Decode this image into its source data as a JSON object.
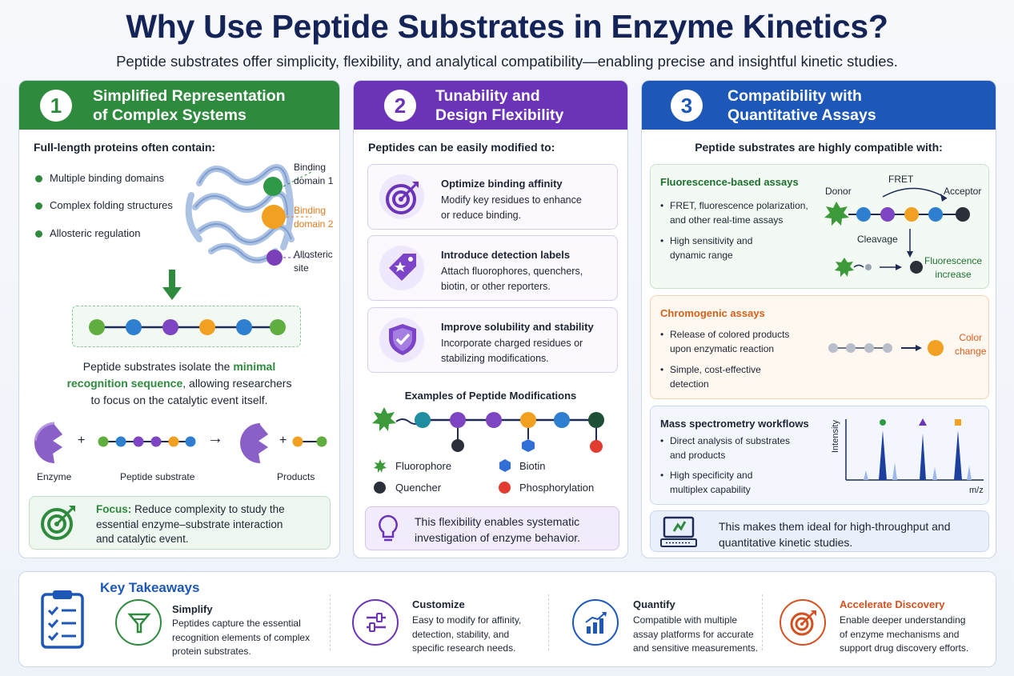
{
  "header": {
    "title": "Why Use Peptide Substrates in Enzyme Kinetics?",
    "subtitle": "Peptide substrates offer simplicity, flexibility, and analytical compatibility—enabling precise and insightful kinetic studies."
  },
  "colors": {
    "green": "#2e8a3d",
    "purple": "#6b33b8",
    "blue": "#1d58b8",
    "orange": "#e07a1a",
    "navy": "#142457"
  },
  "panel1": {
    "number": "1",
    "title_line1": "Simplified Representation",
    "title_line2": "of Complex Systems",
    "intro": "Full-length proteins often contain:",
    "bullets": [
      "Multiple binding domains",
      "Complex folding structures",
      "Allosteric regulation"
    ],
    "labels": {
      "binding1_a": "Binding",
      "binding1_b": "domain 1",
      "binding2_a": "Binding",
      "binding2_b": "domain 2",
      "allosteric_a": "Allosteric",
      "allosteric_b": "site"
    },
    "desc_part1": "Peptide substrates isolate the ",
    "desc_highlight1": "minimal",
    "desc_highlight2": "recognition sequence",
    "desc_part2": ", allowing researchers",
    "desc_line3": "to focus on the catalytic event itself.",
    "reaction": {
      "enzyme": "Enzyme",
      "substrate": "Peptide substrate",
      "products": "Products",
      "plus": "+",
      "arrow": "→"
    },
    "focus_label": "Focus:",
    "focus_line1": " Reduce complexity to study the",
    "focus_line2": "essential enzyme–substrate interaction",
    "focus_line3": "and catalytic event."
  },
  "panel2": {
    "number": "2",
    "title_line1": "Tunability and",
    "title_line2": "Design Flexibility",
    "intro": "Peptides can be easily modified to:",
    "items": [
      {
        "title": "Optimize binding affinity",
        "line1": "Modify key residues to enhance",
        "line2": "or reduce binding.",
        "icon": "target-icon"
      },
      {
        "title": "Introduce detection labels",
        "line1": "Attach fluorophores, quenchers,",
        "line2": "biotin, or other reporters.",
        "icon": "tag-icon"
      },
      {
        "title": "Improve solubility and stability",
        "line1": "Incorporate charged residues or",
        "line2": "stabilizing modifications.",
        "icon": "shield-check-icon"
      }
    ],
    "examples_title": "Examples of Peptide Modifications",
    "legend": {
      "fluorophore": "Fluorophore",
      "biotin": "Biotin",
      "quencher": "Quencher",
      "phospho": "Phosphorylation"
    },
    "note_line1": "This flexibility enables systematic",
    "note_line2": "investigation of enzyme behavior."
  },
  "panel3": {
    "number": "3",
    "title_line1": "Compatibility with",
    "title_line2": "Quantitative Assays",
    "intro": "Peptide substrates are highly compatible with:",
    "fluor": {
      "title": "Fluorescence-based assays",
      "b1_line1": "FRET, fluorescence polarization,",
      "b1_line2": "and other real-time assays",
      "b2_line1": "High sensitivity and",
      "b2_line2": "dynamic range",
      "donor": "Donor",
      "fret": "FRET",
      "acceptor": "Acceptor",
      "cleavage": "Cleavage",
      "result_line1": "Fluorescence",
      "result_line2": "increase"
    },
    "chromo": {
      "title": "Chromogenic assays",
      "b1_line1": "Release of colored products",
      "b1_line2": "upon enzymatic reaction",
      "b2_line1": "Simple, cost-effective",
      "b2_line2": "detection",
      "result_line1": "Color",
      "result_line2": "change"
    },
    "mass": {
      "title": "Mass spectrometry workflows",
      "b1_line1": "Direct analysis of substrates",
      "b1_line2": "and products",
      "b2_line1": "High specificity and",
      "b2_line2": "multiplex capability",
      "ylabel": "Intensity",
      "xlabel": "m/z"
    },
    "note_line1": "This makes them ideal for high-throughput and",
    "note_line2": "quantitative kinetic studies."
  },
  "takeaways": {
    "title": "Key Takeaways",
    "items": [
      {
        "title": "Simplify",
        "line1": "Peptides capture the essential",
        "line2": "recognition elements of complex",
        "line3": "protein substrates.",
        "color": "#2e8a3d",
        "icon": "funnel-icon"
      },
      {
        "title": "Customize",
        "line1": "Easy to modify for affinity,",
        "line2": "detection, stability, and",
        "line3": "specific research needs.",
        "color": "#6b33b8",
        "icon": "sliders-icon"
      },
      {
        "title": "Quantify",
        "line1": "Compatible with multiple",
        "line2": "assay platforms for accurate",
        "line3": "and sensitive measurements.",
        "color": "#1d58b8",
        "icon": "bar-chart-icon"
      },
      {
        "title": "Accelerate Discovery",
        "line1": "Enable deeper understanding",
        "line2": "of enzyme mechanisms and",
        "line3": "support drug discovery efforts.",
        "color": "#d4501f",
        "icon": "target-icon"
      }
    ]
  }
}
